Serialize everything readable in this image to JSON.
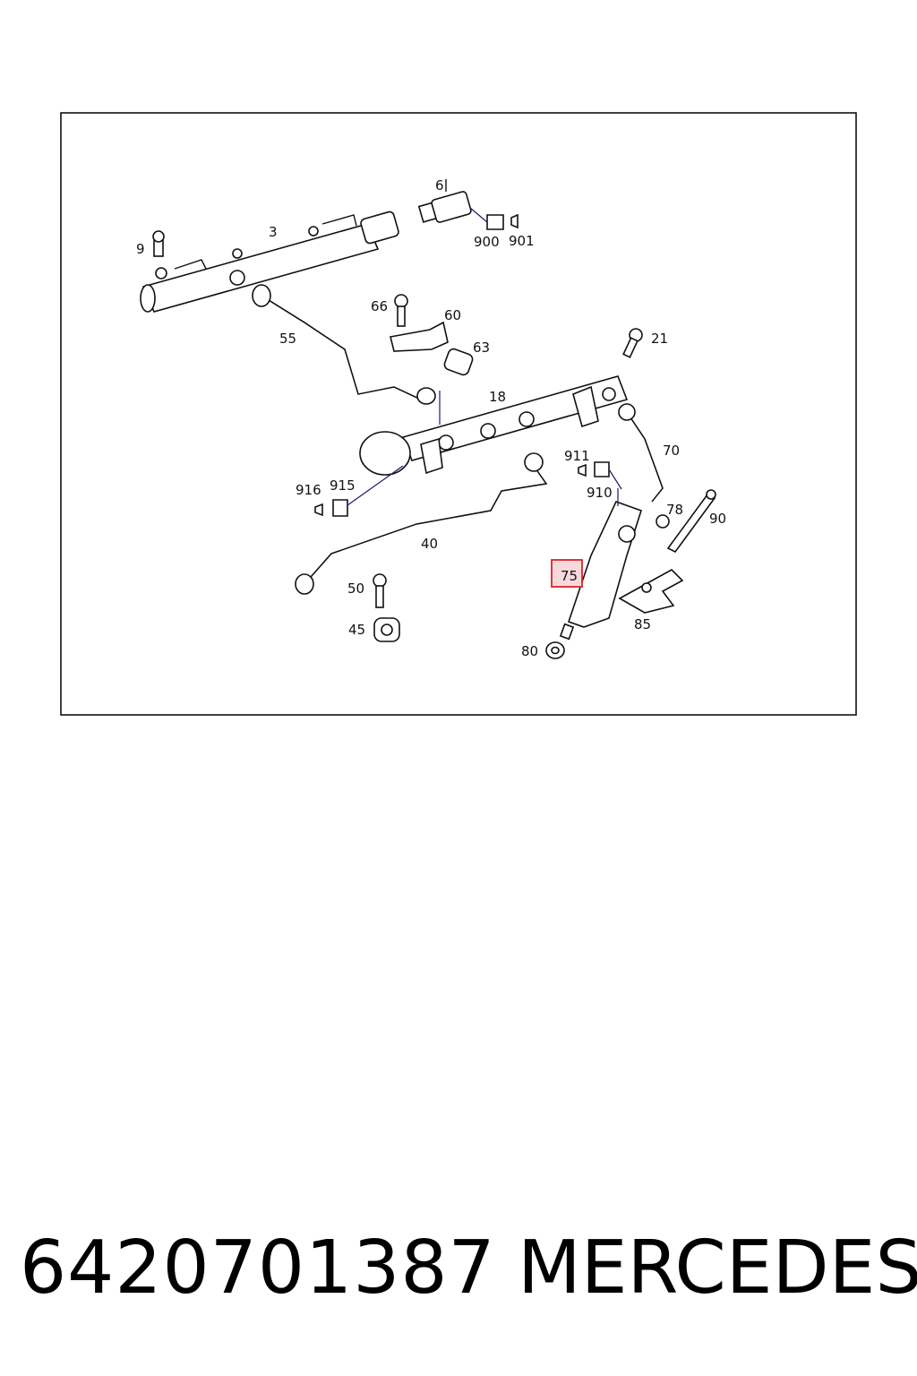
{
  "diagram": {
    "highlight_color": "#d9242b",
    "highlight_fill": "#f7d9dc",
    "highlighted_part": "75",
    "labels": [
      {
        "id": "9",
        "text": "9"
      },
      {
        "id": "3",
        "text": "3"
      },
      {
        "id": "6",
        "text": "6"
      },
      {
        "id": "900",
        "text": "900"
      },
      {
        "id": "901",
        "text": "901"
      },
      {
        "id": "66",
        "text": "66"
      },
      {
        "id": "60",
        "text": "60"
      },
      {
        "id": "63",
        "text": "63"
      },
      {
        "id": "21",
        "text": "21"
      },
      {
        "id": "55",
        "text": "55"
      },
      {
        "id": "18",
        "text": "18"
      },
      {
        "id": "70",
        "text": "70"
      },
      {
        "id": "911",
        "text": "911"
      },
      {
        "id": "910",
        "text": "910"
      },
      {
        "id": "916",
        "text": "916"
      },
      {
        "id": "915",
        "text": "915"
      },
      {
        "id": "78",
        "text": "78"
      },
      {
        "id": "90",
        "text": "90"
      },
      {
        "id": "40",
        "text": "40"
      },
      {
        "id": "75",
        "text": "75"
      },
      {
        "id": "50",
        "text": "50"
      },
      {
        "id": "45",
        "text": "45"
      },
      {
        "id": "85",
        "text": "85"
      },
      {
        "id": "80",
        "text": "80"
      }
    ]
  },
  "footer": {
    "part_number": "6420701387",
    "brand": "MERCEDES"
  }
}
